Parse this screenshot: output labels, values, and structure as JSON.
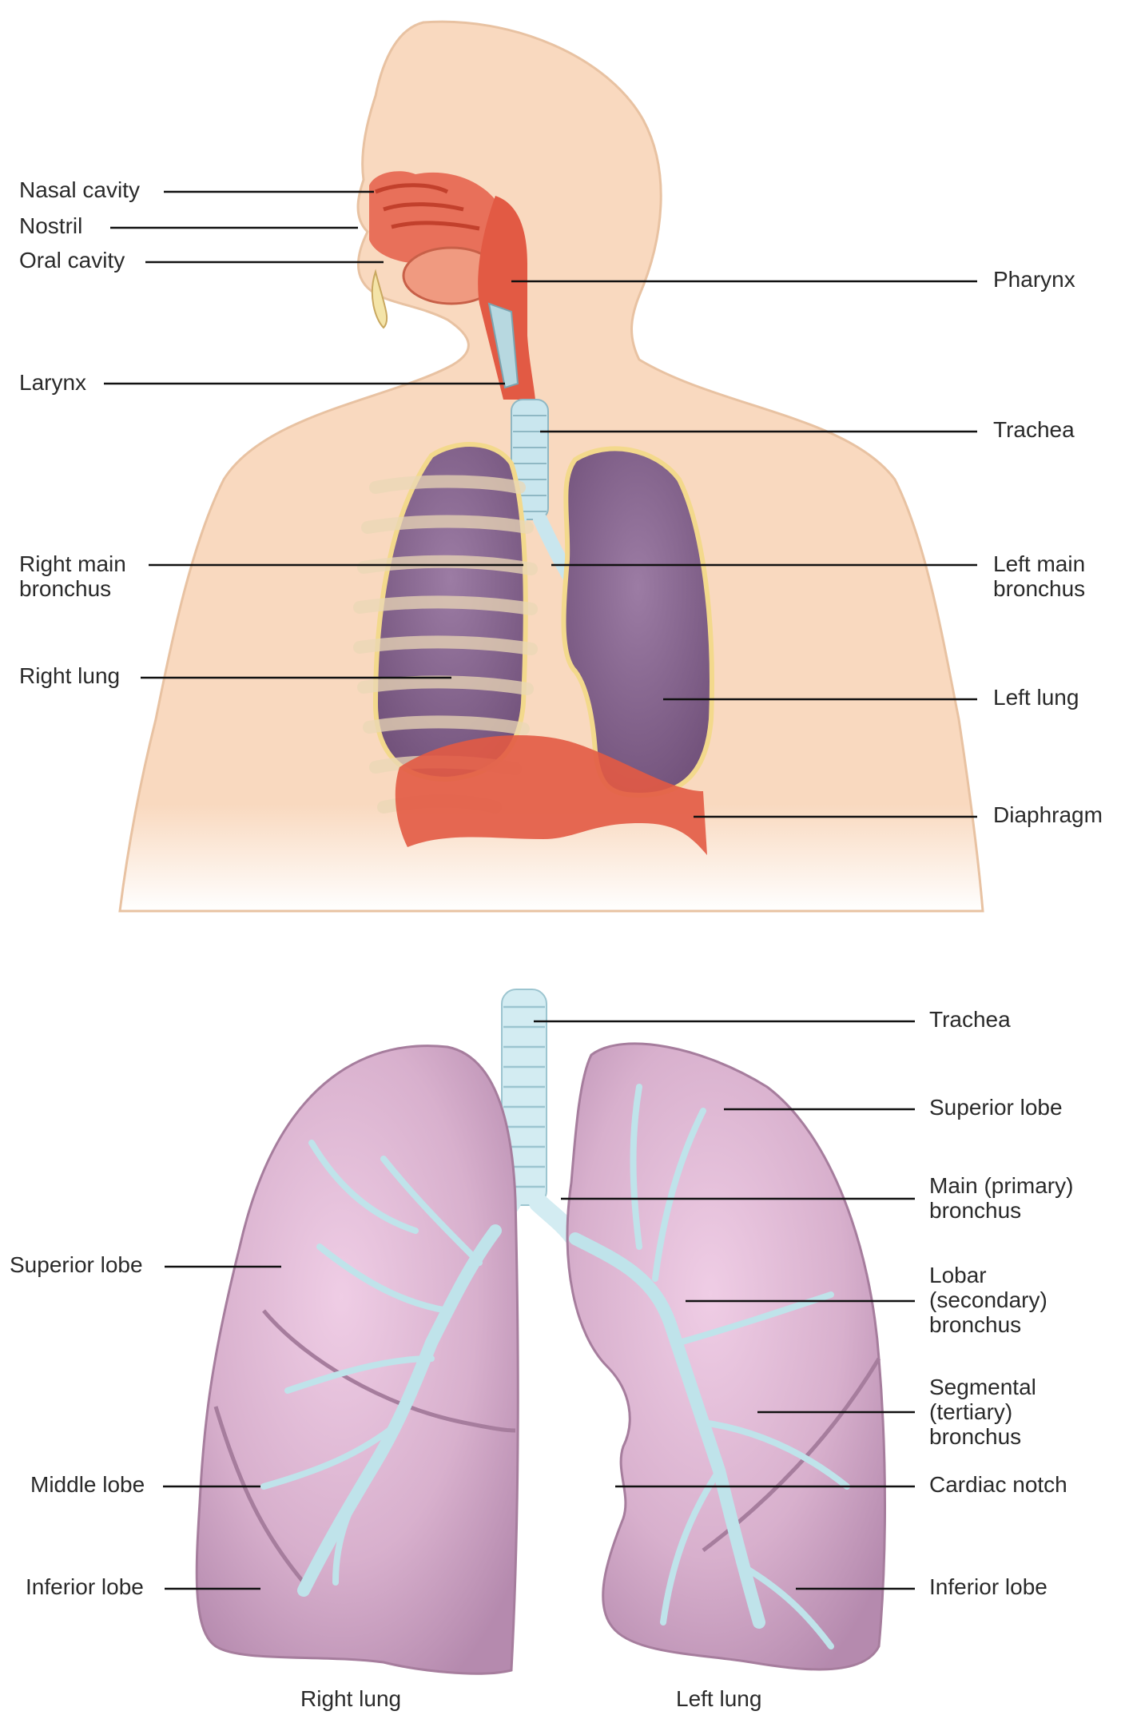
{
  "top_figure": {
    "labels": {
      "nasal_cavity": "Nasal cavity",
      "nostril": "Nostril",
      "oral_cavity": "Oral cavity",
      "larynx": "Larynx",
      "right_main_bronchus_1": "Right main",
      "right_main_bronchus_2": "bronchus",
      "right_lung": "Right lung",
      "pharynx": "Pharynx",
      "trachea": "Trachea",
      "left_main_bronchus_1": "Left main",
      "left_main_bronchus_2": "bronchus",
      "left_lung": "Left lung",
      "diaphragm": "Diaphragm"
    }
  },
  "bottom_figure": {
    "labels": {
      "trachea": "Trachea",
      "superior_lobe_left": "Superior lobe",
      "main_bronchus_1": "Main (primary)",
      "main_bronchus_2": "bronchus",
      "lobar_bronchus_1": "Lobar",
      "lobar_bronchus_2": "(secondary)",
      "lobar_bronchus_3": "bronchus",
      "segmental_bronchus_1": "Segmental",
      "segmental_bronchus_2": "(tertiary)",
      "segmental_bronchus_3": "bronchus",
      "cardiac_notch": "Cardiac notch",
      "inferior_lobe_left": "Inferior lobe",
      "superior_lobe_right": "Superior lobe",
      "middle_lobe": "Middle lobe",
      "inferior_lobe_right": "Inferior lobe"
    },
    "captions": {
      "right_lung": "Right lung",
      "left_lung": "Left lung"
    }
  },
  "colors": {
    "skin": "#f9d9bf",
    "skin_outline": "#e8c2a2",
    "airway_red": "#e25a44",
    "lung_purple": "#8c6a93",
    "lung_pink": "#d9b2cf",
    "bronchi_blue": "#bfe3ea",
    "pleura_yellow": "#f3d98c"
  }
}
